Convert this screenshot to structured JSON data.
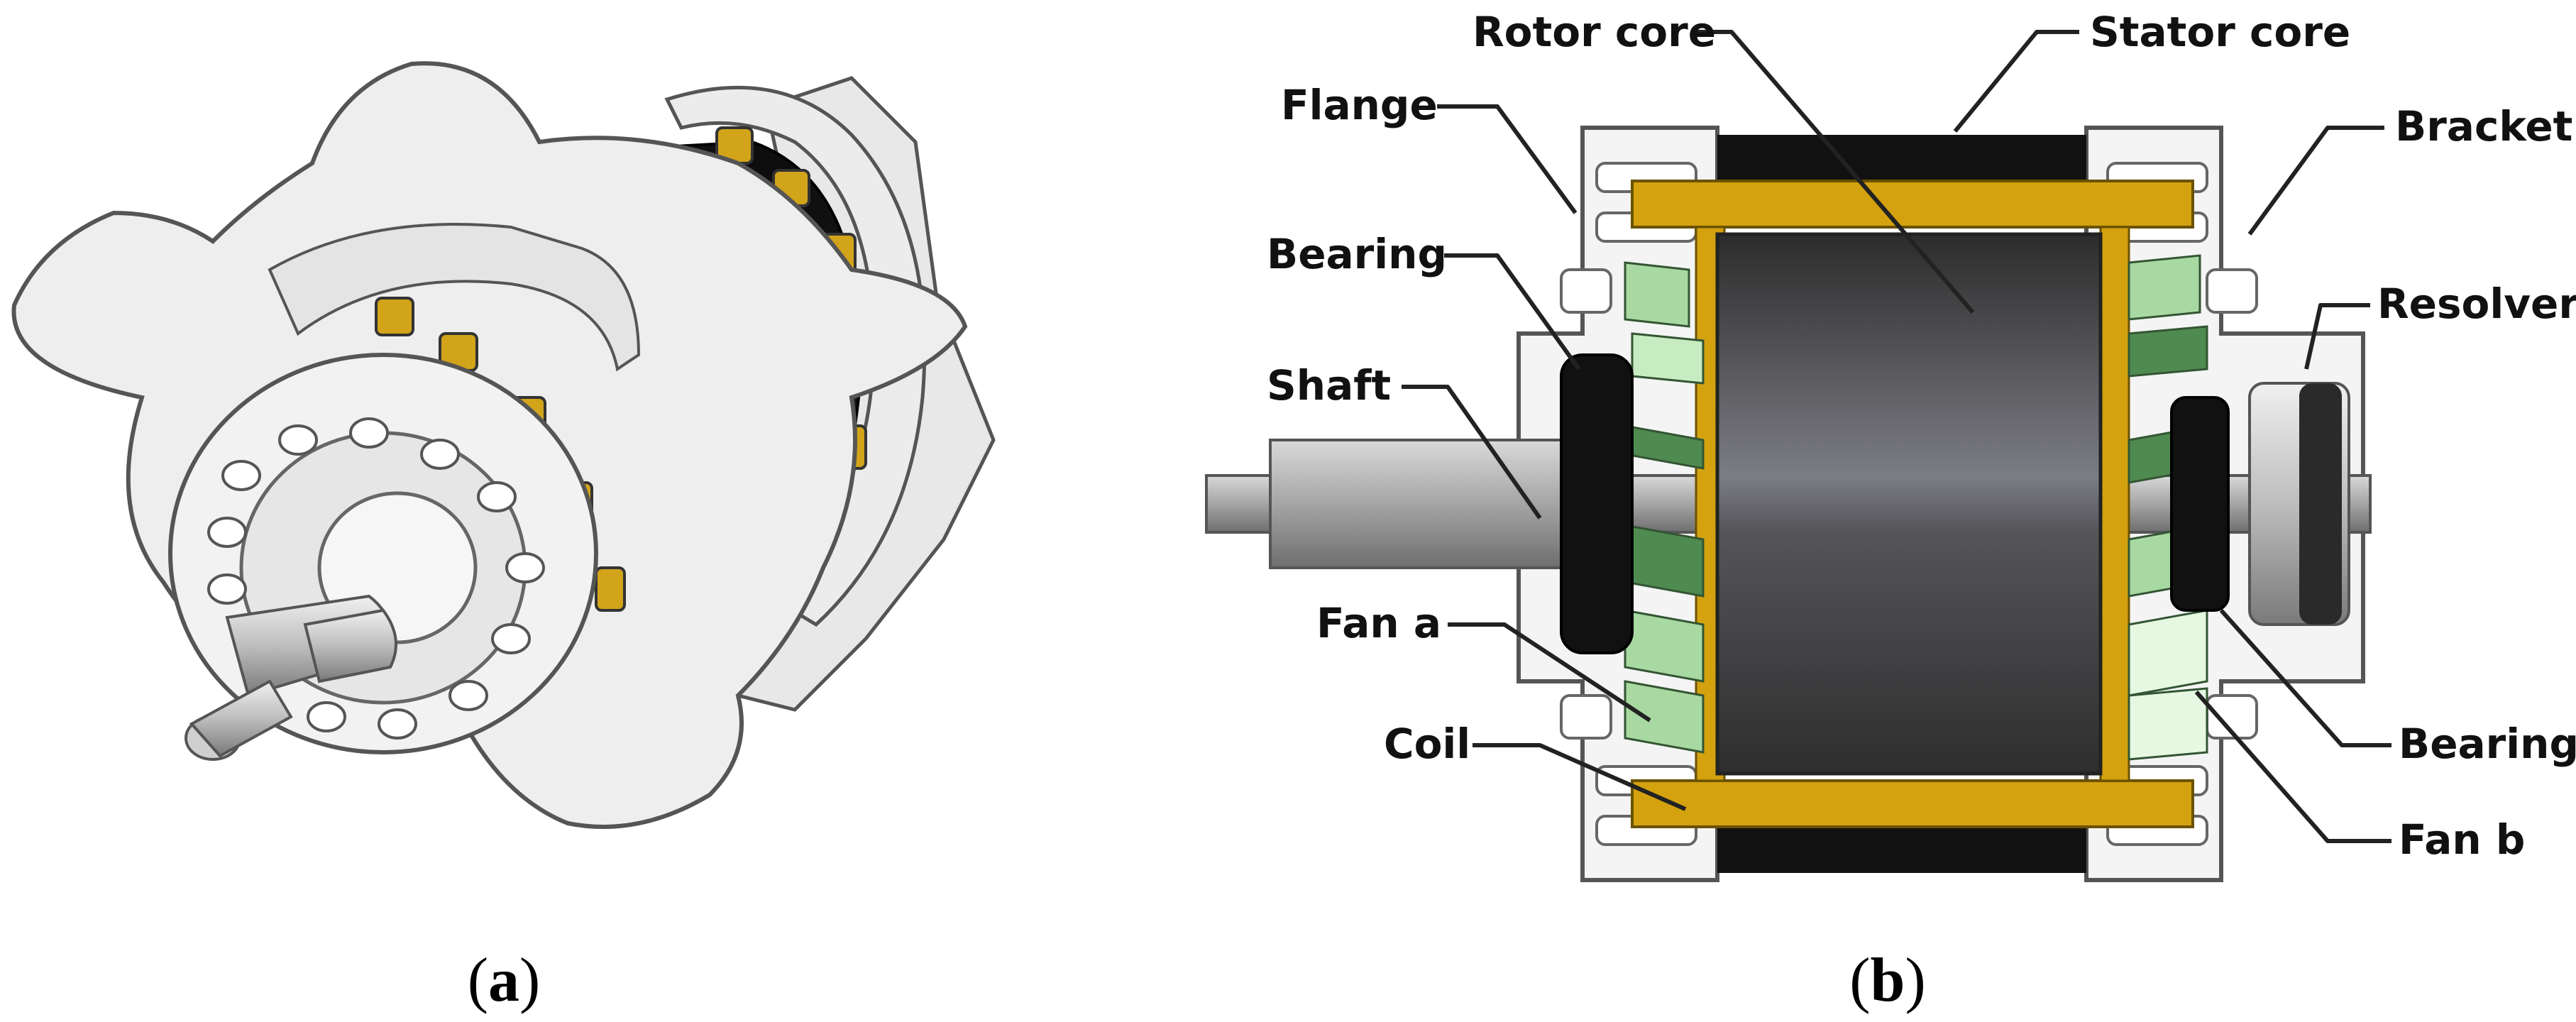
{
  "panels": [
    {
      "caption_letter": "a"
    },
    {
      "caption_letter": "b"
    }
  ],
  "labels": {
    "rotor_core": "Rotor core",
    "stator_core": "Stator core",
    "flange": "Flange",
    "bracket": "Bracket",
    "bearing_left": "Bearing",
    "resolver": "Resolver",
    "shaft": "Shaft",
    "fan_a": "Fan a",
    "bearing_right": "Bearing",
    "coil": "Coil",
    "fan_b": "Fan b"
  },
  "colors": {
    "housing": "#e6e6e6",
    "housing_edge": "#555555",
    "stator": "#111111",
    "coil": "#d4a20f",
    "fan_light": "#a9d9a2",
    "fan_dark": "#4f8a51",
    "rotor": "#4a4a4a",
    "shaft": "#a8a8a8"
  }
}
